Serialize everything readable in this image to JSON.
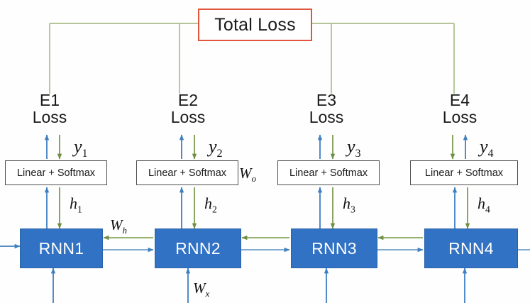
{
  "diagram": {
    "title_box": {
      "label": "Total Loss",
      "border_color": "#E0553B",
      "fill": "#ffffff"
    },
    "colors": {
      "forward_blue": "#3F7FC1",
      "backward_green": "#7D9B4E",
      "connector_green": "#A9BE8A",
      "rnn_fill": "#3172C4",
      "loss_border": "#E0553B",
      "box_border": "#4d4d4d"
    },
    "timesteps": [
      {
        "loss_line1": "E1",
        "loss_line2": "Loss",
        "output_label": "y",
        "output_sub": "1",
        "hidden_label": "h",
        "hidden_sub": "1",
        "layer_label": "Linear + Softmax",
        "cell_label": "RNN1"
      },
      {
        "loss_line1": "E2",
        "loss_line2": "Loss",
        "output_label": "y",
        "output_sub": "2",
        "hidden_label": "h",
        "hidden_sub": "2",
        "layer_label": "Linear + Softmax",
        "cell_label": "RNN2"
      },
      {
        "loss_line1": "E3",
        "loss_line2": "Loss",
        "output_label": "y",
        "output_sub": "3",
        "hidden_label": "h",
        "hidden_sub": "3",
        "layer_label": "Linear + Softmax",
        "cell_label": "RNN3"
      },
      {
        "loss_line1": "E4",
        "loss_line2": "Loss",
        "output_label": "y",
        "output_sub": "4",
        "hidden_label": "h",
        "hidden_sub": "4",
        "layer_label": "Linear + Softmax",
        "cell_label": "RNN4"
      }
    ],
    "weights": {
      "hidden": {
        "label": "W",
        "sub": "h"
      },
      "output": {
        "label": "W",
        "sub": "o"
      },
      "input": {
        "label": "W",
        "sub": "x"
      }
    }
  }
}
